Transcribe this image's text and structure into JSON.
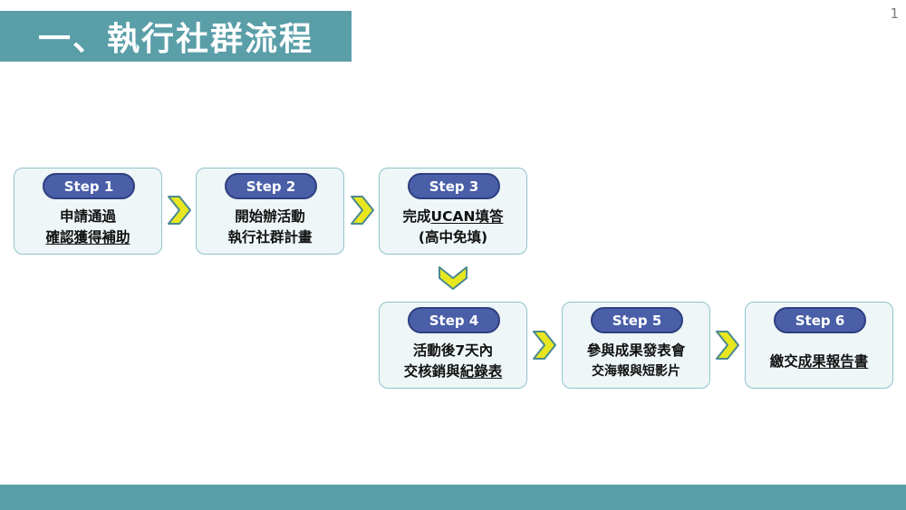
{
  "slide": {
    "title": "一、執行社群流程",
    "page_number": "1"
  },
  "steps": [
    {
      "label": "Step 1",
      "line1": "申請通過",
      "line2": "確認獲得補助"
    },
    {
      "label": "Step 2",
      "line1": "開始辦活動",
      "line2": "執行社群計畫"
    },
    {
      "label": "Step 3",
      "line1_a": "完成",
      "line1_b": "UCAN填答",
      "line2": "(高中免填)"
    },
    {
      "label": "Step 4",
      "line1": "活動後7天內",
      "line2_a": "交核銷與",
      "line2_b": "紀錄表"
    },
    {
      "label": "Step 5",
      "line1": "參與成果發表會",
      "line2": "交海報與短影片"
    },
    {
      "label": "Step 6",
      "line1_a": "繳交",
      "line1_b": "成果報告書"
    }
  ],
  "colors": {
    "accent_teal": "#5a9ea8",
    "step_pill": "#4a5fa8",
    "arrow_fill": "#e8e61e",
    "arrow_stroke": "#4a8a90",
    "card_fill": "#eef6f7",
    "card_border": "#8fc3cb"
  },
  "icons": {
    "arrow_right": "chevron-right-icon",
    "arrow_down": "chevron-down-icon"
  }
}
